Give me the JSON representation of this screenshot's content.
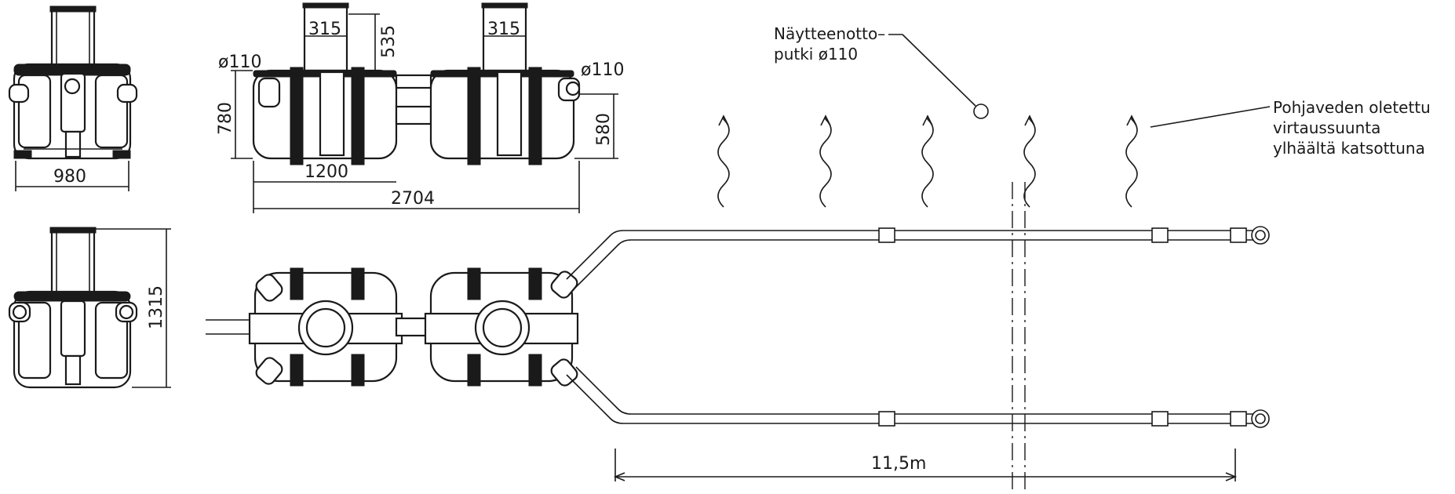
{
  "dimensions": {
    "d980": "980",
    "d1315": "1315",
    "d315a": "315",
    "d315b": "315",
    "d535": "535",
    "d110_left": "ø110",
    "d110_right": "ø110",
    "d780": "780",
    "d580": "580",
    "d1200": "1200",
    "d2704": "2704",
    "d11_5": "11,5m"
  },
  "labels": {
    "sample_line1": "Näytteenotto–",
    "sample_line2": "putki ø110",
    "gw_line1": "Pohjaveden oletettu",
    "gw_line2": "virtaussuunta",
    "gw_line3": "ylhäältä katsottuna"
  }
}
